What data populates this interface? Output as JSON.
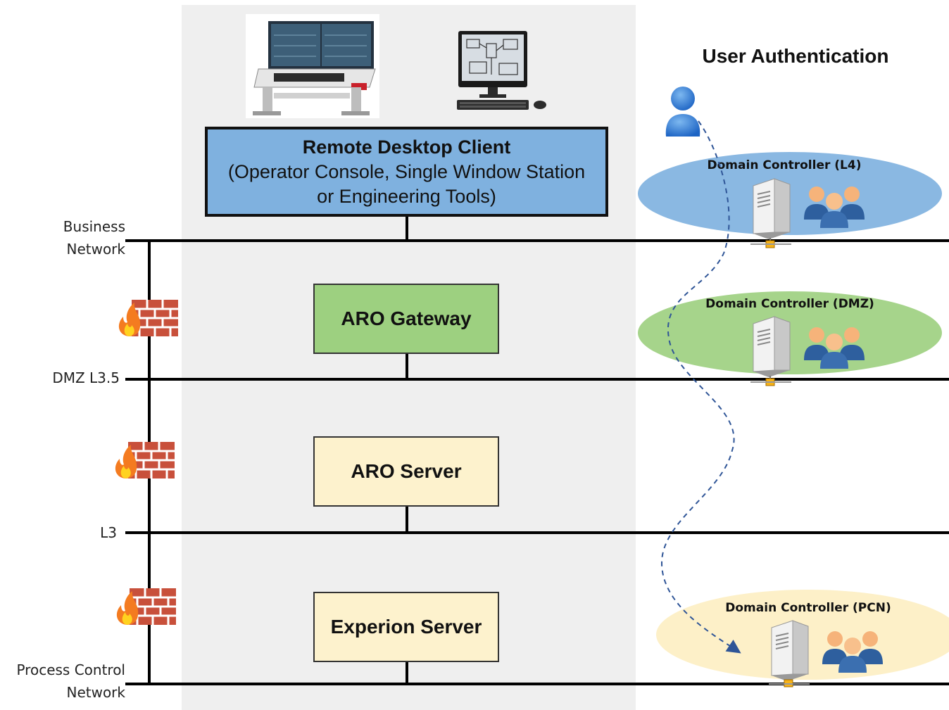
{
  "networks": {
    "business": [
      "Business",
      "Network"
    ],
    "dmz": "DMZ L3.5",
    "l3": "L3",
    "pcn": [
      "Process Control",
      "Network"
    ]
  },
  "client_box": {
    "title": "Remote Desktop Client",
    "line2": "(Operator Console, Single Window Station",
    "line3": "or Engineering Tools)"
  },
  "boxes": {
    "gateway": "ARO Gateway",
    "aro_server": "ARO Server",
    "experion": "Experion Server"
  },
  "auth": {
    "title": "User Authentication",
    "dc_l4": "Domain Controller (L4)",
    "dc_dmz": "Domain Controller (DMZ)",
    "dc_pcn": "Domain Controller (PCN)"
  },
  "colors": {
    "client": "#7fb1df",
    "gateway": "#9dd080",
    "server": "#fdf2cd",
    "ellipse_l4": "#8ab8e2",
    "ellipse_dmz": "#a6d48b",
    "ellipse_pcn": "#fdf0c8",
    "firewall": "#c8503b"
  },
  "icons": [
    "operator-console-icon",
    "workstation-icon",
    "firewall-icon",
    "user-icon",
    "server-icon",
    "user-group-icon"
  ]
}
